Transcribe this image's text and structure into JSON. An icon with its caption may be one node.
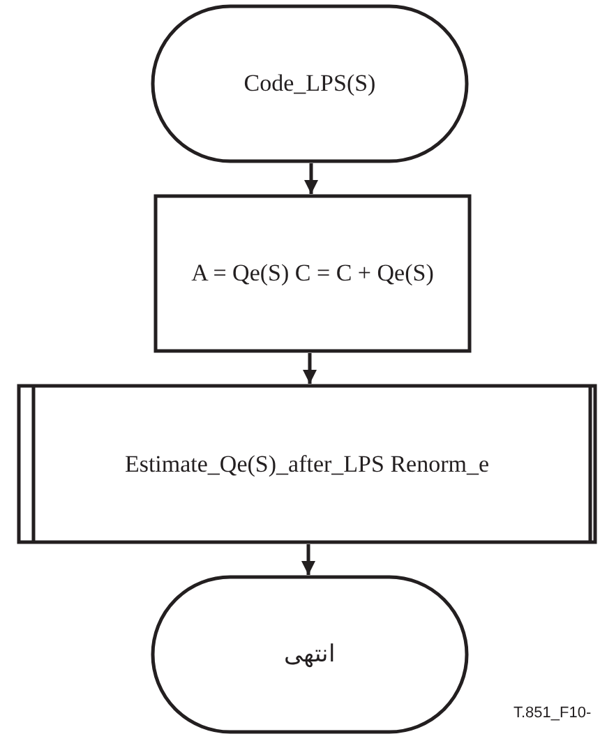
{
  "diagram": {
    "nodes": [
      {
        "text": [
          "Code_LPS(S)"
        ]
      },
      {
        "text": [
          "A = Qe(S) C = C + Qe(S)"
        ]
      },
      {
        "text": [
          "Estimate_Qe(S)_after_LPS Renorm_e"
        ]
      },
      {
        "text": [
          "انتهى"
        ]
      }
    ],
    "edges": [
      {
        "from": 0,
        "to": 1,
        "arrow": "to"
      },
      {
        "from": 1,
        "to": 2,
        "arrow": "to"
      },
      {
        "from": 2,
        "to": 3,
        "arrow": "to"
      }
    ],
    "labels": [
      "T.851_F10-"
    ]
  }
}
